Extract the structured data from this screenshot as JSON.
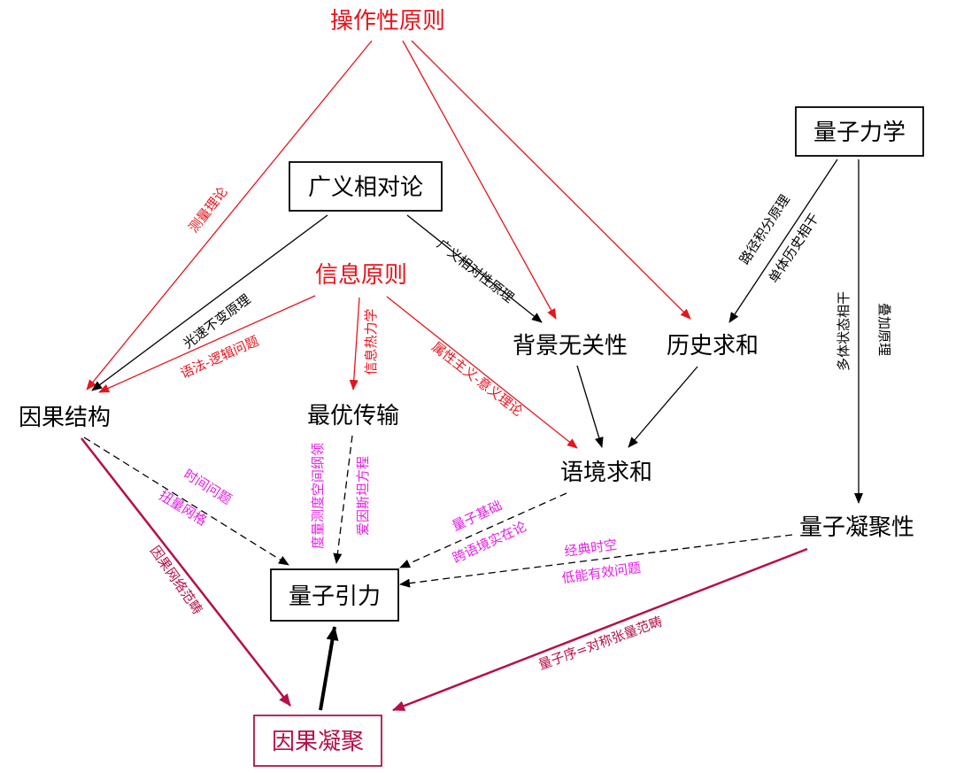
{
  "nodes": {
    "operational": "操作性原则",
    "qm": "量子力学",
    "gr": "广义相对论",
    "info": "信息原则",
    "background": "背景无关性",
    "histsum": "历史求和",
    "causal_structure": "因果结构",
    "optimal": "最优传输",
    "context_sum": "语境求和",
    "qcondense": "量子凝聚性",
    "qgravity": "量子引力",
    "causal_condensation": "因果凝聚"
  },
  "labels": {
    "measurement_theory": "测量理论",
    "light_speed": "光速不变原理",
    "syntax_logic": "语法-逻辑问题",
    "info_thermo": "信息热力学",
    "attribute_meaning": "属性主义-意义理论",
    "gr_principle": "广义相对性原理",
    "path_integral": "路径积分原理",
    "single_history": "单体历史相干",
    "multibody": "多体状态相干",
    "superposition": "叠加原理",
    "time_problem": "时间问题",
    "twist_grid": "扭量网格",
    "measure_space": "度量测度空间纲领",
    "einstein_eq": "爱因斯坦方程",
    "quantum_basis": "量子基础",
    "cross_context": "跨语境实在论",
    "classical_spacetime": "经典时空",
    "low_energy": "低能有效问题",
    "causal_network": "因果网络范畴",
    "quantum_order": "量子序=对称张量范畴"
  },
  "colors": {
    "black": "#000000",
    "red": "#e8131b",
    "magenta": "#e61ee6",
    "crimson": "#b5104a"
  }
}
